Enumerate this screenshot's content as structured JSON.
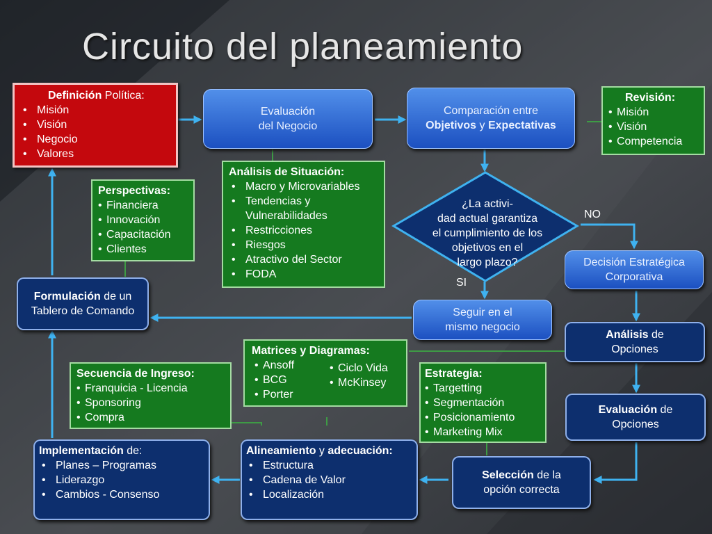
{
  "title": "Circuito del planeamiento",
  "definicion": {
    "bold": "Definición",
    "rest": " Política:",
    "items": [
      "Misión",
      "Visión",
      "Negocio",
      "Valores"
    ]
  },
  "evaluacion": {
    "line1": "Evaluación",
    "line2": "del Negocio"
  },
  "comparacion": {
    "line1": "Comparación entre",
    "b1": "Objetivos",
    "mid": " y ",
    "b2": "Expectativas"
  },
  "revision": {
    "heading": "Revisión:",
    "items": [
      "Misión",
      "Visión",
      "Competencia"
    ]
  },
  "perspectivas": {
    "heading": "Perspectivas:",
    "items": [
      "Financiera",
      "Innovación",
      "Capacitación",
      "Clientes"
    ]
  },
  "situacion": {
    "heading": "Análisis de Situación:",
    "items": [
      "Macro y Microvariables",
      "Tendencias y",
      "Restricciones",
      "Riesgos",
      "Atractivo del Sector",
      "FODA"
    ],
    "continuation": "Vulnerabilidades"
  },
  "decision_diamond": {
    "lines": [
      "¿La activi-",
      "dad actual garantiza",
      "el cumplimiento de los",
      "objetivos en el",
      "largo plazo?"
    ]
  },
  "labels": {
    "no": "NO",
    "si": "SI"
  },
  "decision_estrategica": {
    "line1": "Decisión Estratégica",
    "line2": "Corporativa"
  },
  "formulacion": {
    "bold": "Formulación",
    "rest": " de un",
    "line2": "Tablero de Comando"
  },
  "seguir": {
    "line1": "Seguir en el",
    "line2": "mismo negocio"
  },
  "analisis_opciones": {
    "bold": "Análisis",
    "rest": " de",
    "line2": "Opciones"
  },
  "matrices": {
    "heading": "Matrices y Diagramas:",
    "col1": [
      "Ansoff",
      "BCG",
      "Porter"
    ],
    "col2": [
      "Ciclo Vida",
      "McKinsey"
    ]
  },
  "secuencia": {
    "heading": "Secuencia de Ingreso:",
    "items": [
      "Franquicia - Licencia",
      "Sponsoring",
      "Compra"
    ]
  },
  "estrategia": {
    "heading": "Estrategia:",
    "items": [
      "Targetting",
      "Segmentación",
      "Posicionamiento",
      "Marketing Mix"
    ]
  },
  "evaluacion_opciones": {
    "bold": "Evaluación",
    "rest": " de",
    "line2": "Opciones"
  },
  "implementacion": {
    "bold": "Implementación",
    "rest": " de:",
    "items": [
      "Planes – Programas",
      "Liderazgo",
      "Cambios - Consenso"
    ]
  },
  "alineamiento": {
    "b1": "Alineamiento",
    "mid": " y ",
    "b2": "adecuación:",
    "items": [
      "Estructura",
      "Cadena de Valor",
      "Localización"
    ]
  },
  "seleccion": {
    "bold": "Selección",
    "rest": " de la",
    "line2": "opción correcta"
  },
  "colors": {
    "arrow": "#3fb2f0",
    "connector": "#3e9b45",
    "red_box": "#c4080d",
    "green_box": "#157a1f",
    "navy_box": "#0d2f6e"
  }
}
